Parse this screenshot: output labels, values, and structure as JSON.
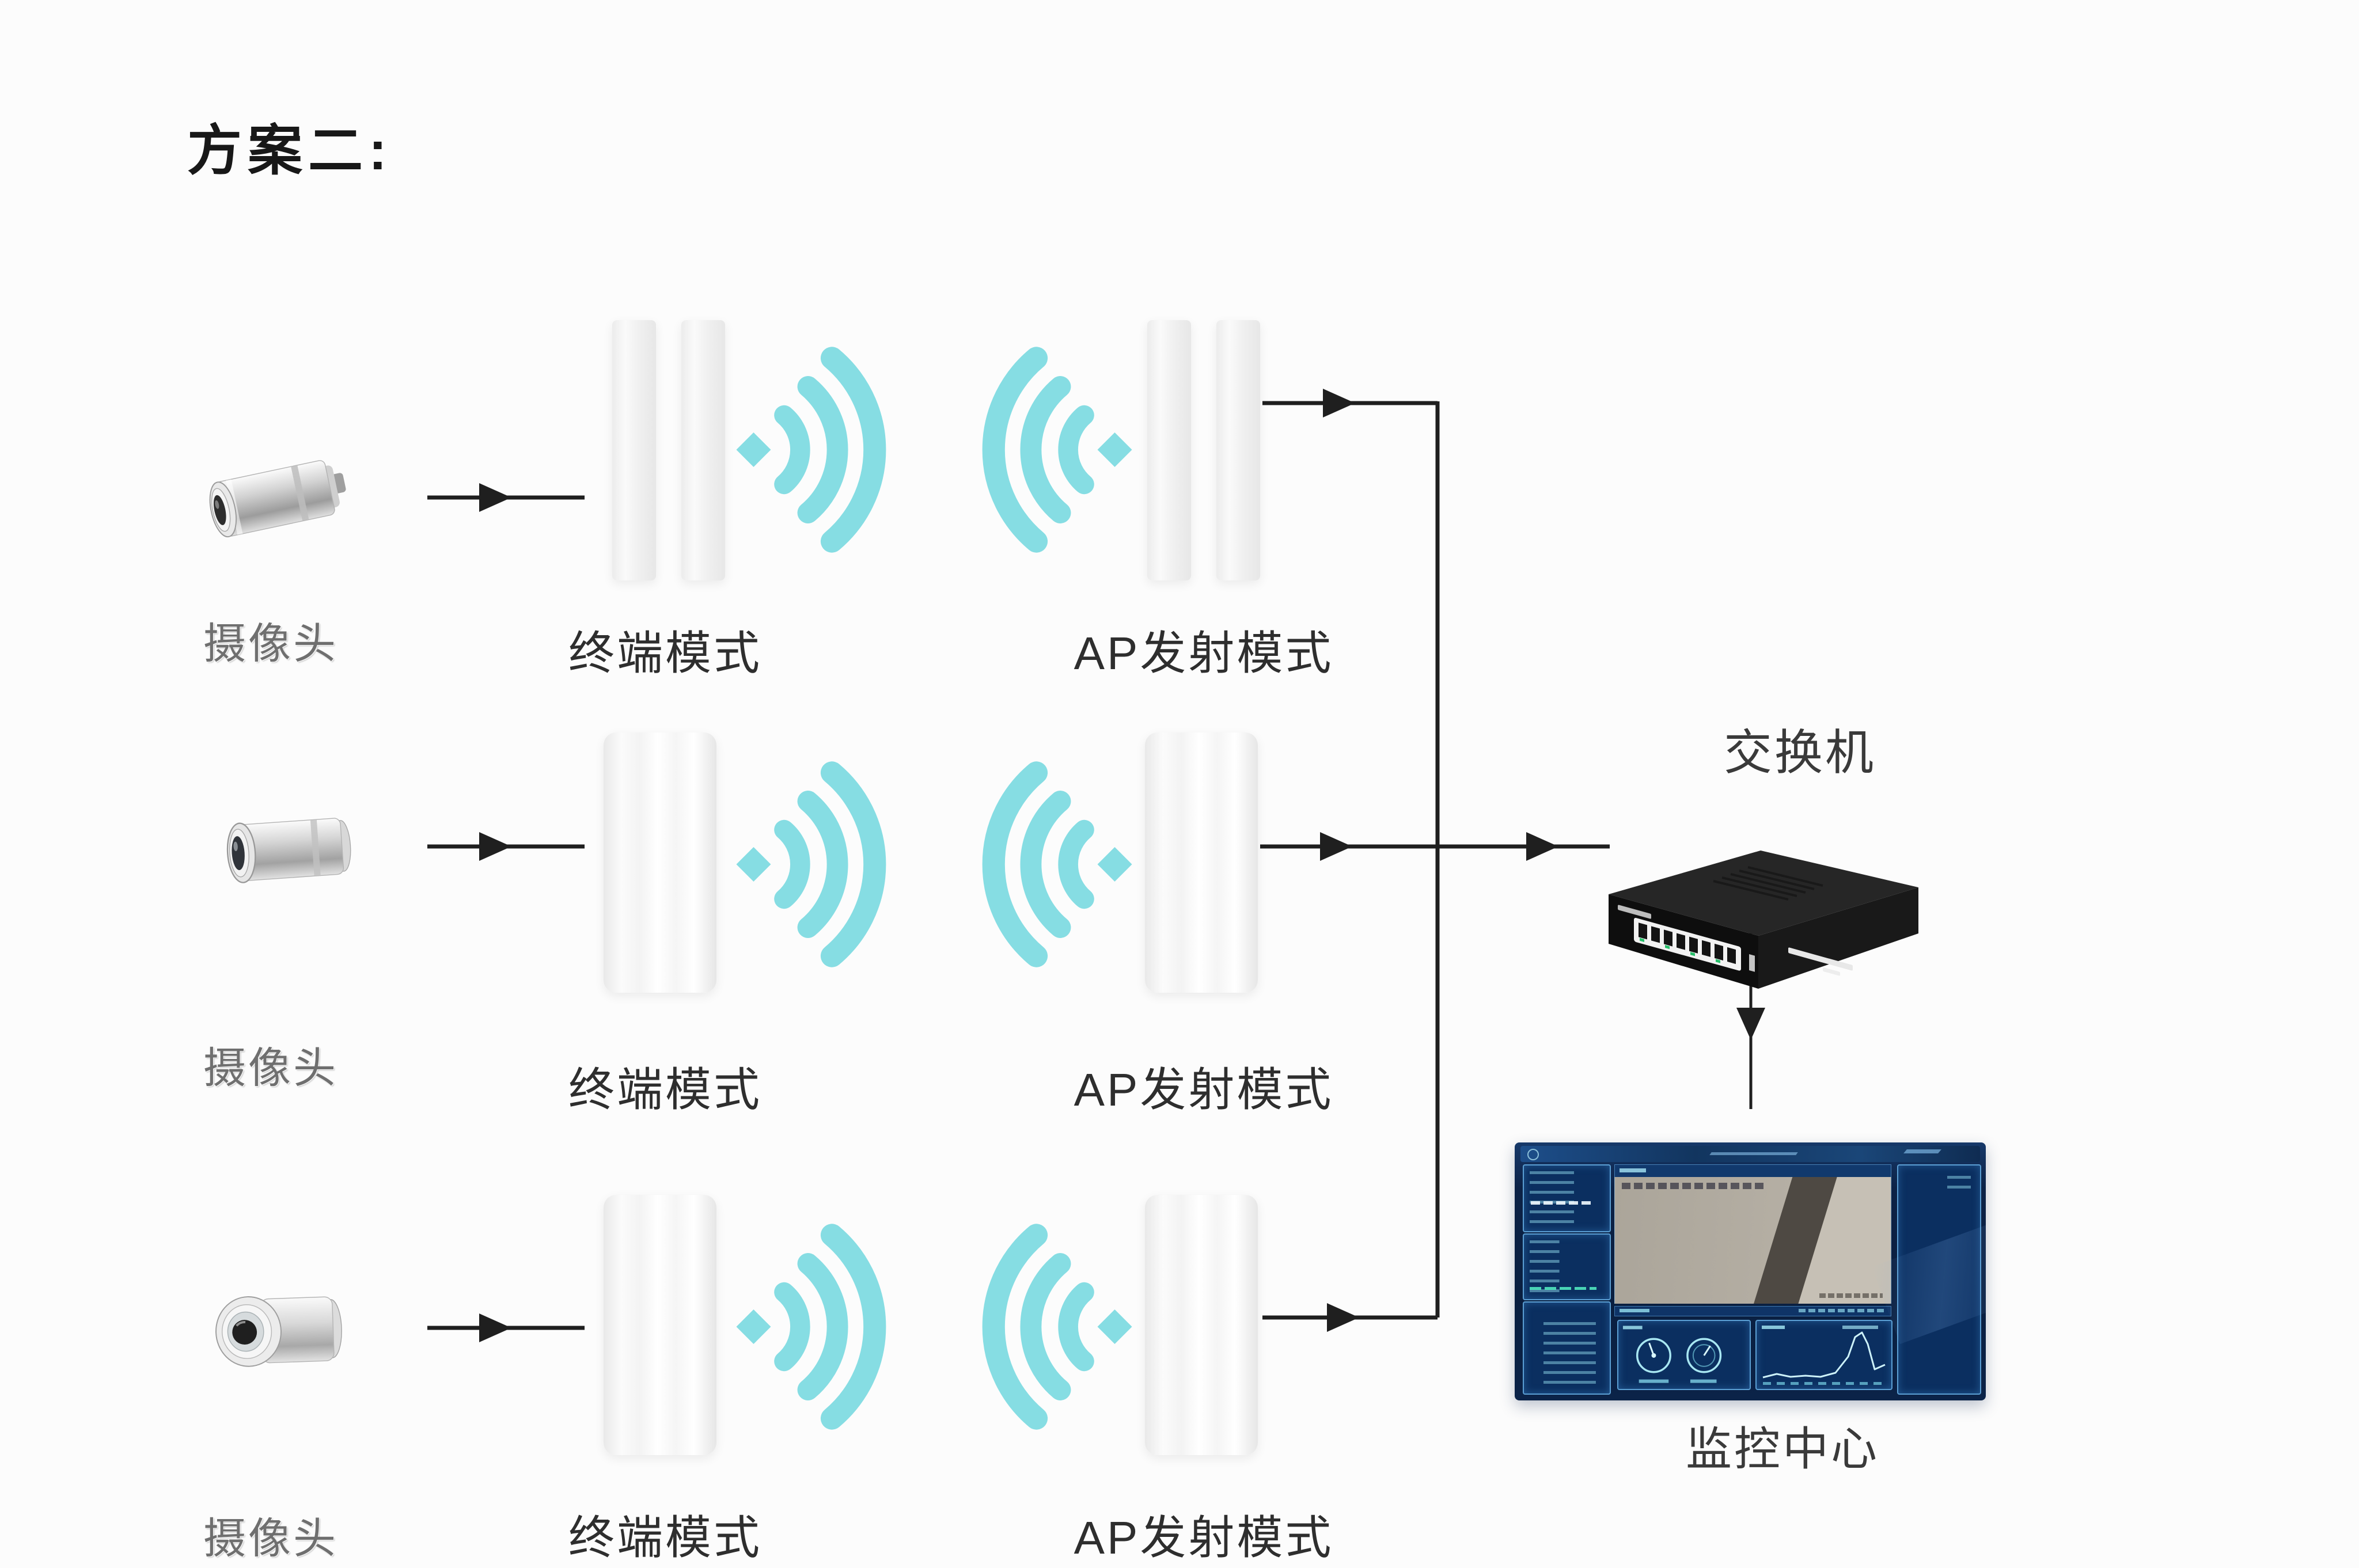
{
  "title": "方案二:",
  "rows": [
    {
      "camera_label": "摄像头",
      "terminal_label": "终端模式",
      "ap_label": "AP发射模式"
    },
    {
      "camera_label": "摄像头",
      "terminal_label": "终端模式",
      "ap_label": "AP发射模式"
    },
    {
      "camera_label": "摄像头",
      "terminal_label": "终端模式",
      "ap_label": "AP发射模式"
    }
  ],
  "switch_label": "交换机",
  "monitor_label": "监控中心",
  "icons": {
    "wifi_signal": "three-tapered-arcs-with-diamond",
    "flow_arrow": "solid-black-triangle-arrow"
  },
  "colors": {
    "background": "#fcfcfc",
    "line": "#1f1f1f",
    "wifi": "#86dde3",
    "title_text": "#181818",
    "label_text": "#2e2e2e",
    "camera_label_text": "#6f6f6f",
    "monitor_bezel": "#0c2246",
    "monitor_panel": "#0b2f60",
    "monitor_border": "#5b9fd4",
    "monitor_accent": "#a9e6f2",
    "video_wall": "#b2aca1",
    "video_band": "#4e4943",
    "switch_body": "#111111"
  }
}
